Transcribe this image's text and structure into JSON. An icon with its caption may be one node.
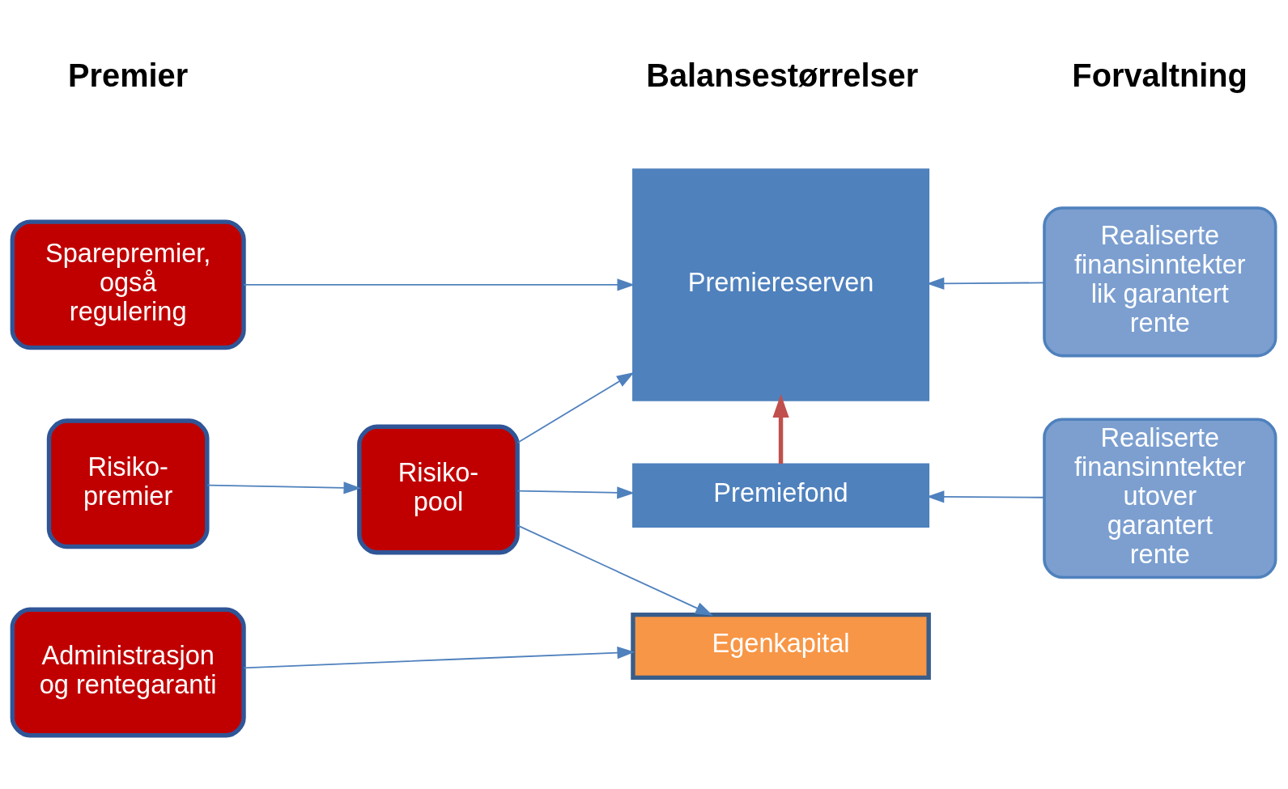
{
  "diagram": {
    "nodes": [
      {
        "text": [
          "Sparepremier, også regulering"
        ]
      },
      {
        "text": [
          "Risiko- premier"
        ]
      },
      {
        "text": [
          "Risiko- pool"
        ]
      },
      {
        "text": [
          "Administrasjon og rentegaranti"
        ]
      },
      {
        "text": [
          "Premiereserven"
        ]
      },
      {
        "text": [
          "Premiefond"
        ]
      },
      {
        "text": [
          "Egenkapital"
        ]
      },
      {
        "text": [
          "Realiserte finansinntekter lik garantert rente"
        ]
      },
      {
        "text": [
          "Realiserte finansinntekter utover garantert rente"
        ]
      }
    ],
    "edges": [
      {
        "from": 0,
        "to": 4,
        "arrow": "to"
      },
      {
        "from": 1,
        "to": 2,
        "arrow": "to"
      },
      {
        "from": 2,
        "to": 4,
        "arrow": "to"
      },
      {
        "from": 2,
        "to": 5,
        "arrow": "to"
      },
      {
        "from": 2,
        "to": 6,
        "arrow": "to"
      },
      {
        "from": 3,
        "to": 6,
        "arrow": "to"
      },
      {
        "from": 7,
        "to": 4,
        "arrow": "to"
      },
      {
        "from": 8,
        "to": 5,
        "arrow": "to"
      },
      {
        "from": 5,
        "to": 4,
        "arrow": "to",
        "style": "thick",
        "color": "#c0504d"
      }
    ],
    "labels": [
      "Premier",
      "Balansestørrelser",
      "Forvaltning"
    ]
  }
}
